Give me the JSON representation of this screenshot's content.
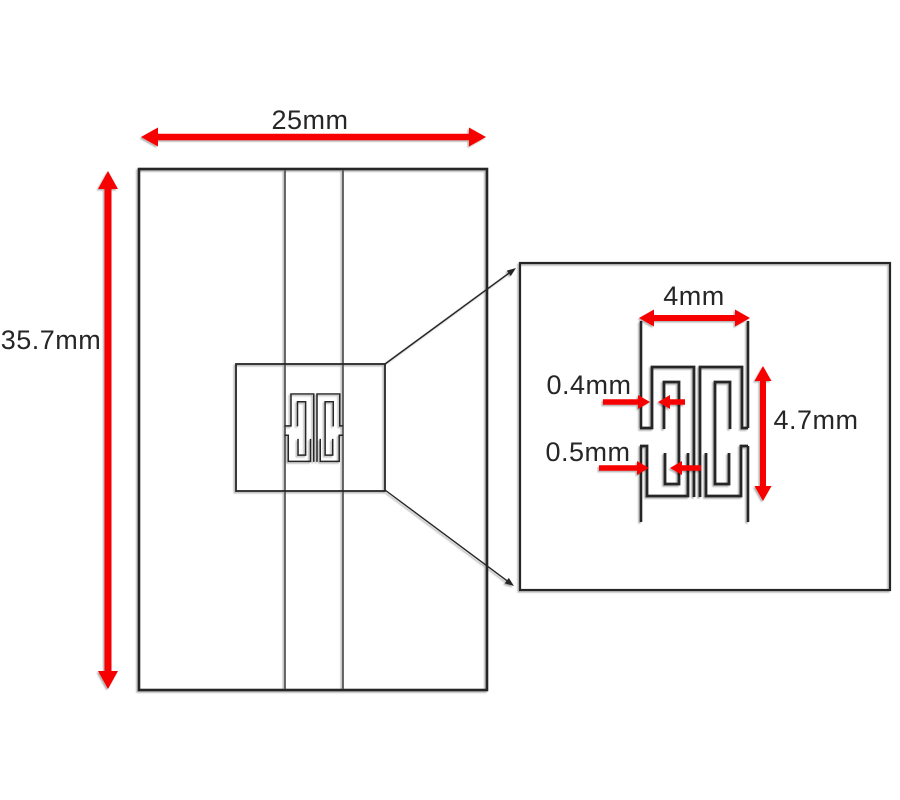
{
  "colors": {
    "red": "#f60000",
    "line": "#262626",
    "strip_line": "#4f4f4f"
  },
  "substrate": {
    "width_label": "25mm",
    "height_label": "35.7mm"
  },
  "detail": {
    "line_width_label": "4mm",
    "resonator_height_label": "4.7mm",
    "upper_trace_width_label": "0.4mm",
    "lower_trace_width_label": "0.5mm"
  }
}
